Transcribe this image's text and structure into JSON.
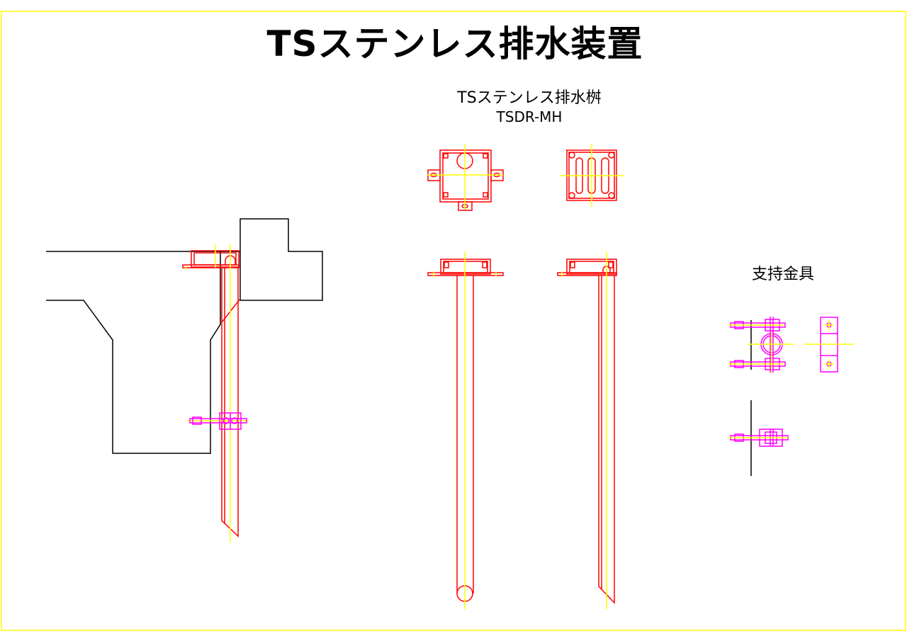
{
  "title": "TSステンレス排水装置",
  "drain_basin": {
    "title": "TSステンレス排水桝",
    "model": "TSDR-MH"
  },
  "support_fittings": {
    "title": "支持金具"
  },
  "colors": {
    "frame": "#ffff00",
    "structure": "#000000",
    "drain": "#ff0000",
    "centerline": "#ffff00",
    "support": "#ff00ff"
  }
}
